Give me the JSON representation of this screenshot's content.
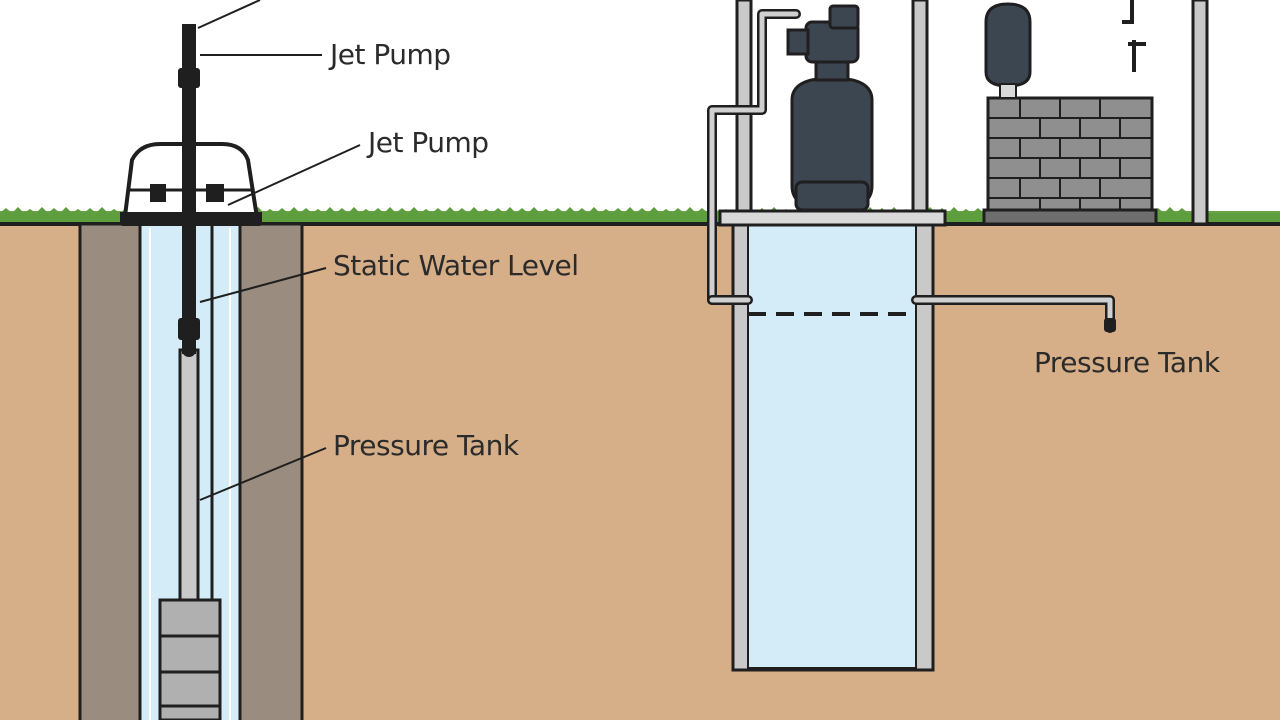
{
  "labels": {
    "jet_pump_top": "Jet Pump",
    "jet_pump_mid": "Jet Pump",
    "static_water_level": "Static Water Level",
    "pressure_tank_left": "Pressure Tank",
    "pressure_tank_right": "Pressure Tank"
  },
  "colors": {
    "sky": "#ffffff",
    "soil": "#d6ae87",
    "grass": "#5e9e3e",
    "casing": "#9a8c7e",
    "water": "#d4ecf8",
    "tank": "#3c4651",
    "outline": "#1f1f1f",
    "pipe": "#c9c9c9",
    "brick": "#8f8f8f"
  }
}
